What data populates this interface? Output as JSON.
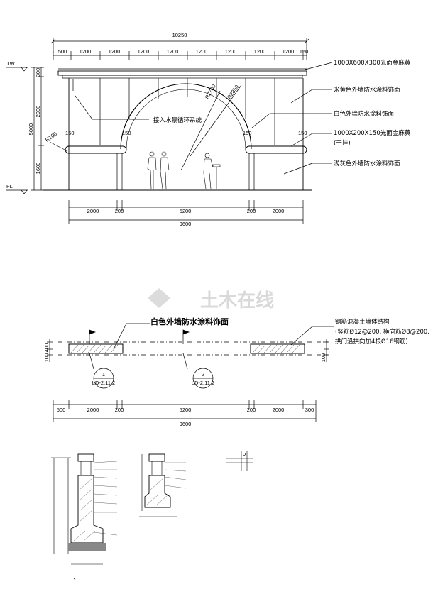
{
  "elevation": {
    "top_dims": [
      "500",
      "1200",
      "1200",
      "1200",
      "1200",
      "1200",
      "1200",
      "1200",
      "1200",
      "150"
    ],
    "overall_top": "10250",
    "bottom_dims": [
      "2000",
      "200",
      "5200",
      "200",
      "2000"
    ],
    "overall_bottom": "9600",
    "levels": {
      "top": "TW",
      "base": "FL"
    },
    "height_dims": [
      "300",
      "2900",
      "1600"
    ],
    "height_total": "5000",
    "radius_small": "R100",
    "radius_arch_1": "R2700",
    "radius_arch_2": "R2850",
    "post_marks": [
      "150",
      "150",
      "150",
      "150"
    ],
    "arch_callout": "接入水景循环系统",
    "annotations": [
      "1000X600X300光面金麻黄",
      "米黄色外墙防水涂料饰面",
      "白色外墙防水涂料饰面",
      "1000X200X150光面金麻黄",
      "(干挂)",
      "浅灰色外墙防水涂料饰面"
    ]
  },
  "plan": {
    "label_left": "白色外墙防水涂料饰面",
    "label_right": [
      "钢筋混凝土墙体结构",
      "(竖筋Ø12@200, 横向筋Ø8@200,",
      "拱门沿拱向加4根Ø16钢筋)"
    ],
    "side_dims": [
      "400",
      "100",
      "100"
    ],
    "section_1": {
      "num": "1",
      "ref": "LD-2.11.2"
    },
    "section_2": {
      "num": "2",
      "ref": "LD-2.11.2"
    },
    "dims": [
      "500",
      "2000",
      "200",
      "5200",
      "200",
      "2000",
      "300"
    ],
    "overall": "9600"
  },
  "watermark": "土木在线"
}
